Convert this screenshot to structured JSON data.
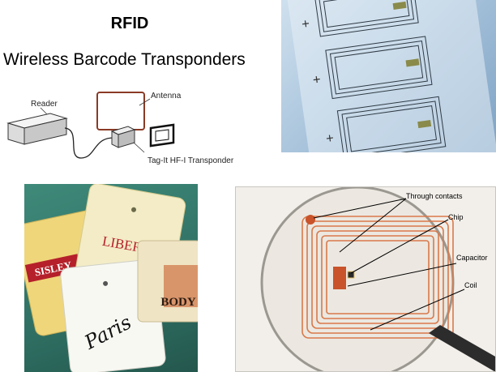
{
  "header": {
    "title": "RFID",
    "subtitle": "Wireless Barcode Transponders"
  },
  "diagram": {
    "reader_label": "Reader",
    "antenna_label": "Antenna",
    "transponder_label": "Tag-It HF-I Transponder"
  },
  "tags_photo": {
    "brands": [
      "LIBERTY",
      "SISLEY",
      "Paris",
      "BODY"
    ]
  },
  "coil_photo": {
    "labels": [
      "Through contacts",
      "Chip",
      "Capacitor",
      "Coil"
    ]
  },
  "colors": {
    "coil_copper": "#d9794a",
    "tag_background": "#2f6f63",
    "liberty_red": "#b5202a"
  }
}
